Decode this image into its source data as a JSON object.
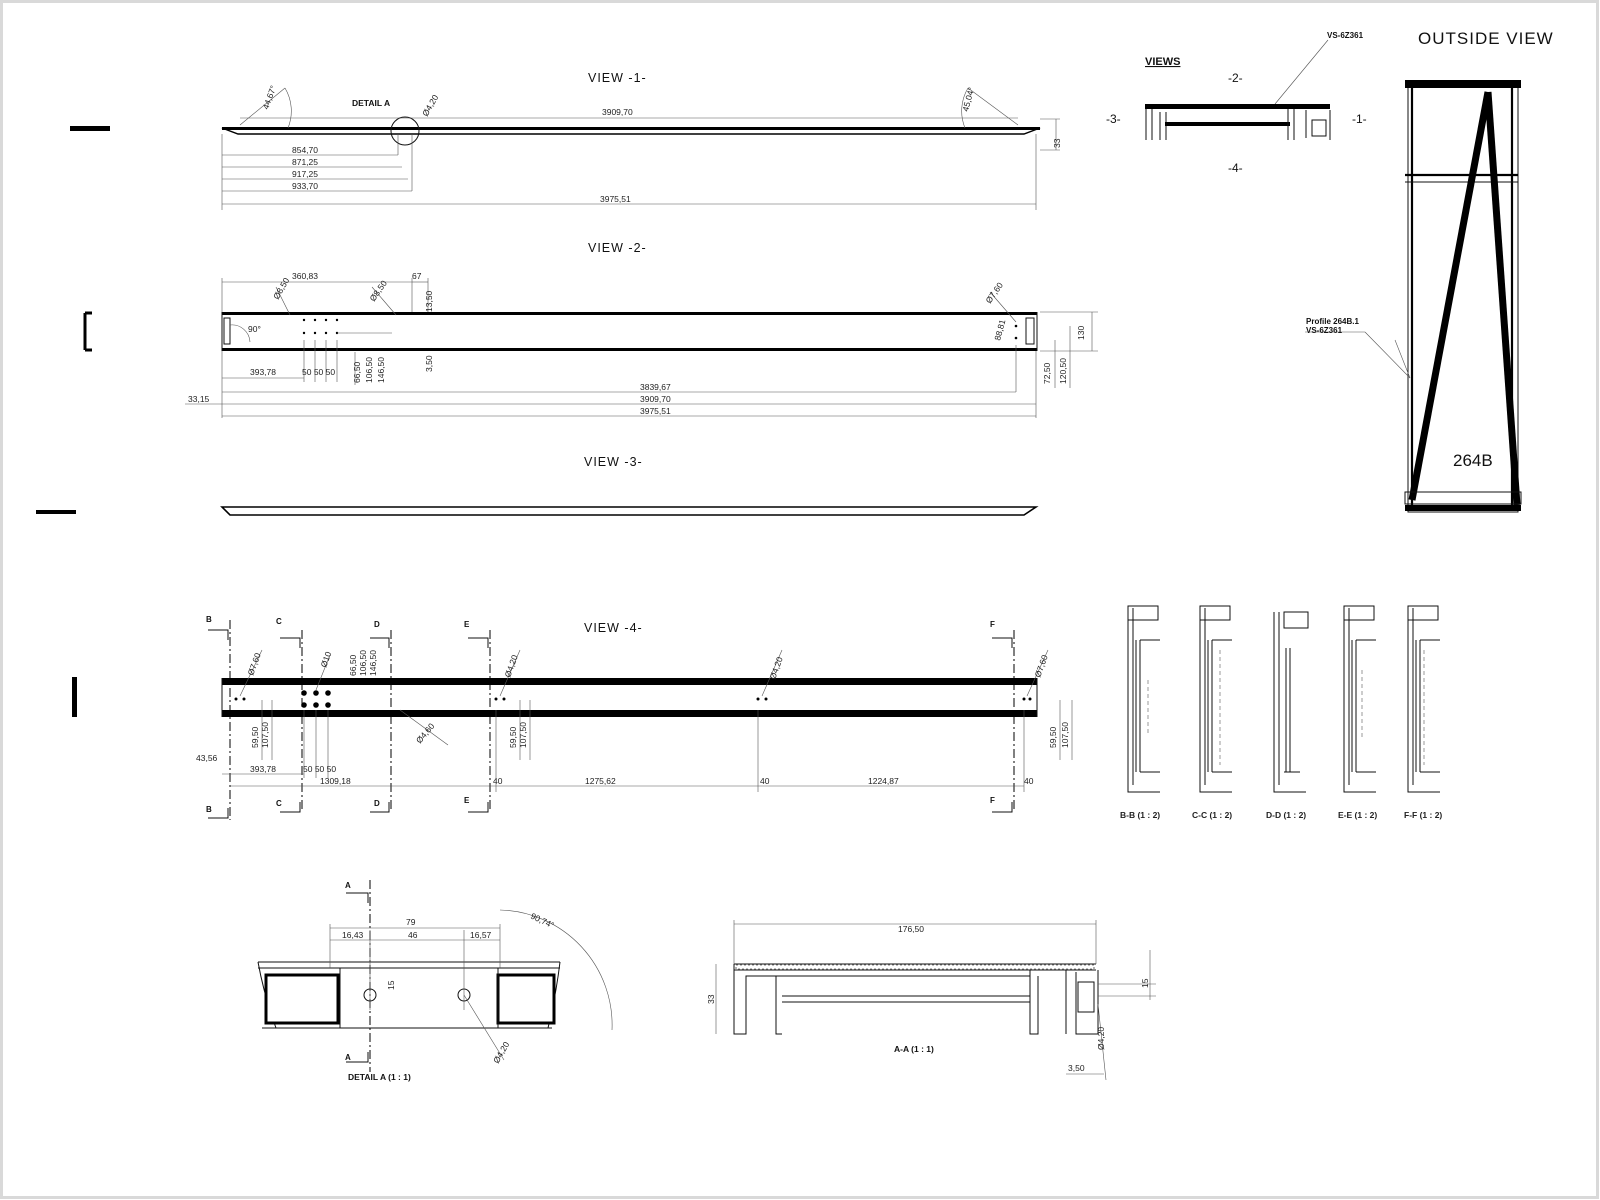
{
  "titles": {
    "outside_view": "OUTSIDE VIEW",
    "views_heading": "VIEWS",
    "view1": "VIEW  -1-",
    "view2": "VIEW  -2-",
    "view3": "VIEW  -3-",
    "view4": "VIEW  -4-"
  },
  "view_markers": {
    "m1": "-1-",
    "m2": "-2-",
    "m3": "-3-",
    "m4": "-4-"
  },
  "profile_codes": {
    "top_callout": "VS-6Z361",
    "side_callout_line1": "Profile 264B.1",
    "side_callout_line2": "VS-6Z361",
    "frame_label": "264B"
  },
  "view1": {
    "detail_label": "DETAIL A",
    "angle_left": "44,67°",
    "angle_right": "45,04°",
    "hole": "Ø4,20",
    "top_length": "3909,70",
    "height": "33",
    "d1": "854,70",
    "d2": "871,25",
    "d3": "917,25",
    "d4": "933,70",
    "total_length": "3975,51"
  },
  "view2": {
    "top_a": "360,83",
    "top_b": "67",
    "h1": "13,50",
    "dia_a": "Ø8,50",
    "dia_b": "Ø8,50",
    "dia_right": "Ø7,60",
    "angle": "90°",
    "side_right": "88,81",
    "height": "130",
    "h2": "3,50",
    "left_dim": "393,78",
    "pitch": "50 50 50",
    "v1": "66,50",
    "v2": "106,50",
    "v3": "146,50",
    "r1": "72,50",
    "r2": "120,50",
    "offset": "33,15",
    "len_a": "3839,67",
    "len_b": "3909,70",
    "len_c": "3975,51"
  },
  "view4": {
    "sec_b": "B",
    "sec_c": "C",
    "sec_d": "D",
    "sec_e": "E",
    "sec_f": "F",
    "dia_a": "Ø7,60",
    "dia_b": "Ø10",
    "dia_c": "Ø4,20",
    "dia_d": "Ø4,20",
    "dia_e": "Ø7,60",
    "dia_f": "Ø4,60",
    "v1": "66,50",
    "v2": "106,50",
    "v3": "146,50",
    "l1": "59,50",
    "l2": "107,50",
    "m1": "59,50",
    "m2": "107,50",
    "rr1": "59,50",
    "rr2": "107,50",
    "left_off": "43,56",
    "left_dim": "393,78",
    "pitch": "50 50 50",
    "span1": "1309,18",
    "zero_a": "40",
    "span2": "1275,62",
    "zero_b": "40",
    "span3": "1224,87",
    "zero_c": "40"
  },
  "sections": [
    "B-B  (1 : 2)",
    "C-C  (1 : 2)",
    "D-D  (1 : 2)",
    "E-E  (1 : 2)",
    "F-F  (1 : 2)"
  ],
  "detail_a": {
    "label": "DETAIL A  (1 : 1)",
    "cut": "A",
    "w": "79",
    "a": "16,43",
    "b": "46",
    "c": "16,57",
    "h": "15",
    "angle": "90,74°",
    "hole": "Ø4,20"
  },
  "section_aa": {
    "label": "A-A  (1 : 1)",
    "width": "176,50",
    "height": "33",
    "h": "15",
    "hole": "Ø4,20",
    "base": "3,50"
  }
}
